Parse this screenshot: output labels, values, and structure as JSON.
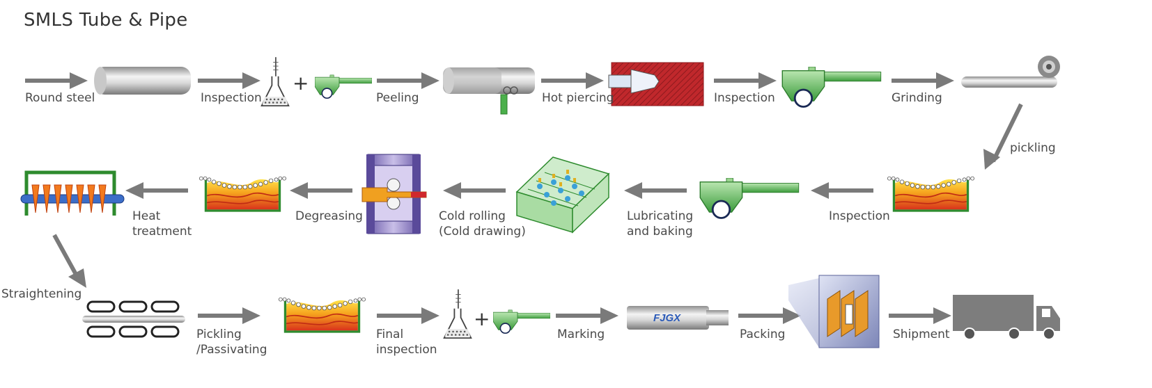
{
  "title": "SMLS Tube & Pipe",
  "logo_text": "FJGX",
  "colors": {
    "arrow": "#7a7a7a",
    "frame_green": "#3a9a3a",
    "hot_red": "#c0282c",
    "label": "#4a4a4a"
  },
  "steps": {
    "round_steel": "Round steel",
    "inspection_1": "Inspection",
    "peeling": "Peeling",
    "hot_piercing": "Hot piercing",
    "inspection_2": "Inspection",
    "grinding": "Grinding",
    "pickling": "pickling",
    "inspection_3": "Inspection",
    "lubricating_1": "Lubricating",
    "lubricating_2": "and baking",
    "cold_rolling_1": "Cold rolling",
    "cold_rolling_2": "(Cold drawing)",
    "degreasing": "Degreasing",
    "heat_treatment_1": "Heat",
    "heat_treatment_2": "treatment",
    "straightening": "Straightening",
    "pickling_passivating_1": "Pickling",
    "pickling_passivating_2": "/Passivating",
    "final_inspection_1": "Final",
    "final_inspection_2": "inspection",
    "marking": "Marking",
    "packing": "Packing",
    "shipment": "Shipment"
  }
}
